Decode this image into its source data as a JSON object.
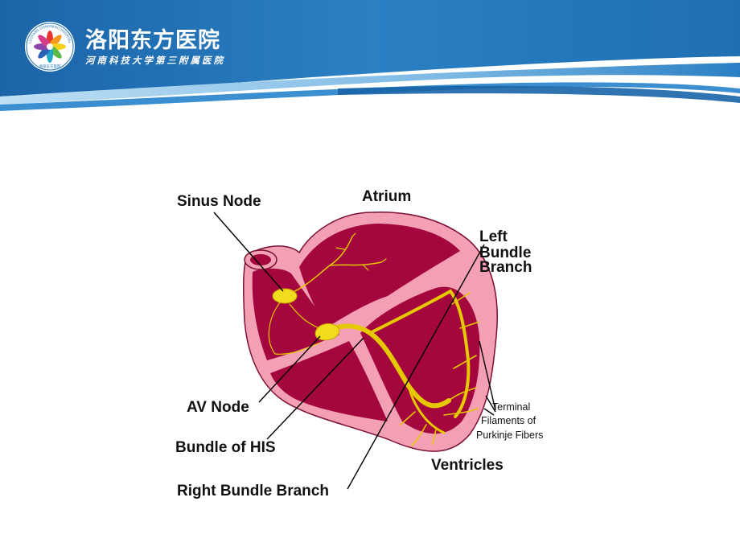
{
  "header": {
    "hospital_name": "洛阳东方医院",
    "hospital_subtitle": "河南科技大学第三附属医院",
    "logo_text": "LUOYANG DONGFANG HOSPITAL",
    "logo_caption": "洛阳东方医院",
    "colors": {
      "banner_dark": "#1f6fb3",
      "banner_light": "#8cc3e8",
      "accent_stripe": "#1a64a8"
    }
  },
  "diagram": {
    "labels": {
      "sinus_node": "Sinus Node",
      "atrium": "Atrium",
      "left_bundle_line1": "Left",
      "left_bundle_line2": "Bundle",
      "left_bundle_line3": "Branch",
      "av_node": "AV Node",
      "bundle_of_his": "Bundle of HIS",
      "right_bundle_branch": "Right Bundle Branch",
      "ventricles": "Ventricles",
      "terminal_line1": "Terminal",
      "terminal_line2": "Filaments of",
      "terminal_line3": "Purkinje Fibers"
    },
    "colors": {
      "muscle": "#a4063e",
      "wall": "#f4a0b4",
      "conduction": "#f2dc1e",
      "line": "#000000"
    }
  }
}
